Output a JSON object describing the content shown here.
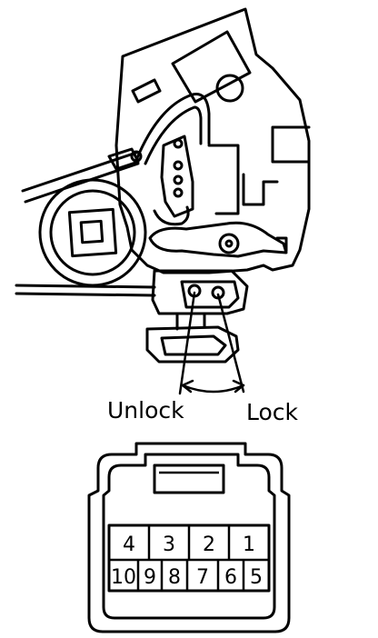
{
  "labels": {
    "unlock": "Unlock",
    "lock": "Lock"
  },
  "connector": {
    "top_row": [
      "4",
      "3",
      "2",
      "1"
    ],
    "bottom_row": [
      "10",
      "9",
      "8",
      "7",
      "6",
      "5"
    ]
  },
  "colors": {
    "ink": "#000000",
    "paper": "#ffffff"
  }
}
